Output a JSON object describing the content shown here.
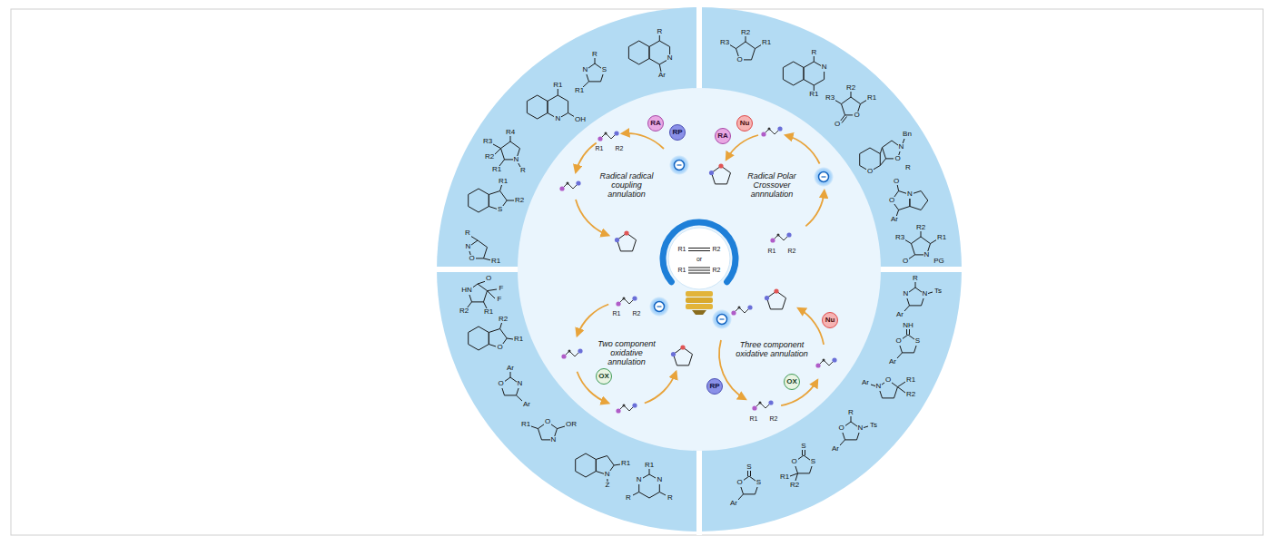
{
  "diagram": {
    "nodes": [
      {
        "text": [
          "RA"
        ]
      },
      {
        "text": [
          "RP"
        ]
      },
      {
        "text": [
          "RA"
        ]
      },
      {
        "text": [
          "Nu"
        ]
      },
      {
        "text": [
          "OX"
        ]
      },
      {
        "text": [
          "RP"
        ]
      },
      {
        "text": [
          "OX"
        ]
      },
      {
        "text": [
          "Nu"
        ]
      }
    ],
    "labels": [
      "Radical radical coupling annulation",
      "Radical Polar Crossover annnulation",
      "Two component oxidative annulation",
      "Three component oxidative annulation",
      "or",
      "R1",
      "R2",
      "R1",
      "R2",
      "R1",
      "R2",
      "R1",
      "R2",
      "R1",
      "R2",
      "R1",
      "R2",
      "R",
      "N",
      "Ar",
      "R",
      "N",
      "S",
      "R1",
      "R1",
      "N",
      "OH",
      "R4",
      "R3",
      "R2",
      "R1",
      "N",
      "R",
      "R1",
      "R2",
      "S",
      "R",
      "N",
      "O",
      "R1",
      "R3",
      "R2",
      "R1",
      "O",
      "R",
      "N",
      "R1",
      "R3",
      "R2",
      "R1",
      "O",
      "O",
      "Bn",
      "N",
      "O",
      "O",
      "R",
      "O",
      "O",
      "N",
      "Ar",
      "R3",
      "R2",
      "R1",
      "O",
      "N",
      "PG",
      "HN",
      "O",
      "F",
      "F",
      "R2",
      "R1",
      "R2",
      "R1",
      "O",
      "Ar",
      "N",
      "O",
      "Ar",
      "R1",
      "O",
      "N",
      "OR",
      "R1",
      "N",
      "Z",
      "R1",
      "N",
      "N",
      "R",
      "R",
      "R",
      "N",
      "N",
      "Ts",
      "Ar",
      "NH",
      "O",
      "S",
      "Ar",
      "Ar",
      "N",
      "O",
      "R1",
      "R2",
      "R",
      "O",
      "N",
      "Ts",
      "Ar",
      "S",
      "O",
      "S",
      "R1",
      "R2",
      "S",
      "O",
      "S",
      "Ar"
    ]
  }
}
